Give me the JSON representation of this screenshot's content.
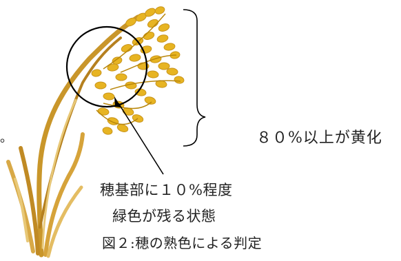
{
  "annotation": {
    "yellow_ratio_label": "８０%以上が黄化",
    "note_line1": "穂基部に１０%程度",
    "note_line2": "緑色が残る状態",
    "edge_mark": "。"
  },
  "caption": "図２:穂の熟色による判定",
  "colors": {
    "grain": "#e7b422",
    "grain_dark": "#b8860b",
    "stem": "#c9962a",
    "stem_light": "#e8c877",
    "line": "#000000"
  },
  "icons": [
    "rice-plant-icon",
    "circle-highlight",
    "brace",
    "arrow"
  ]
}
